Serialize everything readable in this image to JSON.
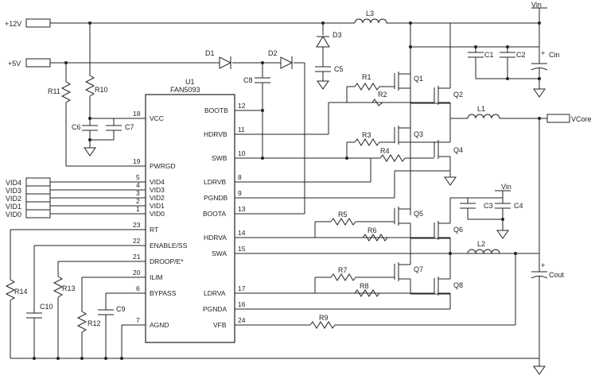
{
  "ic": {
    "designator": "U1",
    "part": "FAN5093",
    "left_pins": [
      {
        "num": "18",
        "name": "VCC"
      },
      {
        "num": "19",
        "name": "PWRGD"
      },
      {
        "num": "5",
        "name": "VID4"
      },
      {
        "num": "4",
        "name": "VID3"
      },
      {
        "num": "3",
        "name": "VID2"
      },
      {
        "num": "2",
        "name": "VID1"
      },
      {
        "num": "1",
        "name": "VID0"
      },
      {
        "num": "23",
        "name": "RT"
      },
      {
        "num": "22",
        "name": "ENABLE/SS"
      },
      {
        "num": "21",
        "name": "DROOP/E*"
      },
      {
        "num": "20",
        "name": "ILIM"
      },
      {
        "num": "6",
        "name": "BYPASS"
      },
      {
        "num": "7",
        "name": "AGND"
      }
    ],
    "right_pins": [
      {
        "num": "12",
        "name": "BOOTB"
      },
      {
        "num": "11",
        "name": "HDRVB"
      },
      {
        "num": "10",
        "name": "SWB"
      },
      {
        "num": "8",
        "name": "LDRVB"
      },
      {
        "num": "9",
        "name": "PGNDB"
      },
      {
        "num": "13",
        "name": "BOOTA"
      },
      {
        "num": "14",
        "name": "HDRVA"
      },
      {
        "num": "15",
        "name": "SWA"
      },
      {
        "num": "17",
        "name": "LDRVA"
      },
      {
        "num": "16",
        "name": "PGNDA"
      },
      {
        "num": "24",
        "name": "VFB"
      }
    ]
  },
  "ports": {
    "p12": "+12V",
    "p5": "+5V",
    "vcore": "VCore",
    "vid": [
      "VID4",
      "VID3",
      "VID2",
      "VID1",
      "VID0"
    ]
  },
  "rails": {
    "vin_top": "Vin",
    "vin_mid": "Vin"
  },
  "components": {
    "R1": "R1",
    "R2": "R2",
    "R3": "R3",
    "R4": "R4",
    "R5": "R5",
    "R6": "R6",
    "R7": "R7",
    "R8": "R8",
    "R9": "R9",
    "R10": "R10",
    "R11": "R11",
    "R12": "R12",
    "R13": "R13",
    "R14": "R14",
    "C1": "C1",
    "C2": "C2",
    "C3": "C3",
    "C4": "C4",
    "C5": "C5",
    "C6": "C6",
    "C7": "C7",
    "C8": "C8",
    "C9": "C9",
    "C10": "C10",
    "Cin": "Cin",
    "Cout": "Cout",
    "L1": "L1",
    "L2": "L2",
    "L3": "L3",
    "D1": "D1",
    "D2": "D2",
    "D3": "D3",
    "Q1": "Q1",
    "Q2": "Q2",
    "Q3": "Q3",
    "Q4": "Q4",
    "Q5": "Q5",
    "Q6": "Q6",
    "Q7": "Q7",
    "Q8": "Q8"
  },
  "polarity": {
    "cin": "+",
    "cout": "+"
  }
}
